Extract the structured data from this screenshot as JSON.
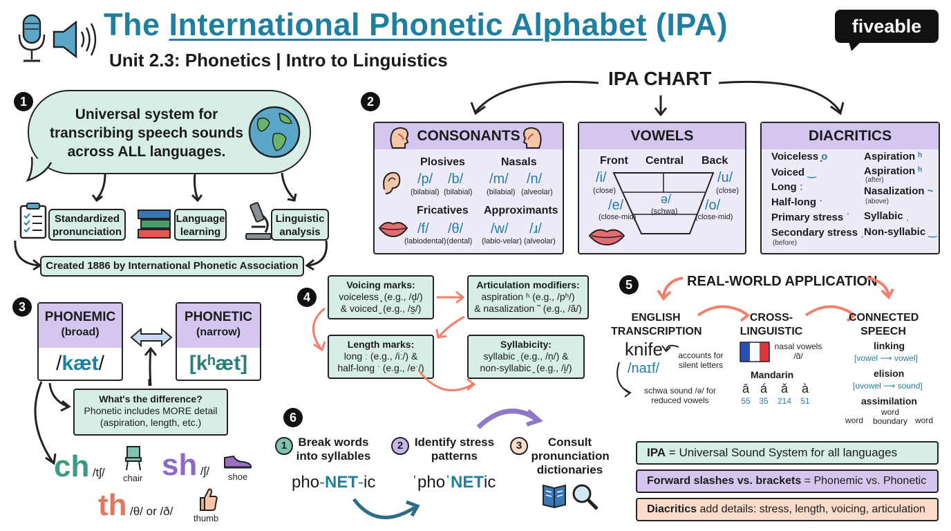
{
  "header": {
    "title_pre": "The ",
    "title_ul": "International Phonetic Alphabet",
    "title_post": " (IPA)",
    "subtitle": "Unit 2.3: Phonetics | Intro to Linguistics",
    "logo": "fiveable"
  },
  "section1": {
    "number": "1",
    "bubble_text": "Universal system for transcribing speech sounds across ALL languages.",
    "uses": [
      "Standardized pronunciation",
      "Language learning",
      "Linguistic analysis"
    ],
    "origin": "Created 1886 by International Phonetic Association"
  },
  "section2": {
    "number": "2",
    "chart_title": "IPA CHART",
    "consonants": {
      "title": "CONSONANTS",
      "plosives": "Plosives",
      "nasals": "Nasals",
      "fricatives": "Fricatives",
      "approximants": "Approximants",
      "p": "/p/",
      "p_note": "(bilabial)",
      "b": "/b/",
      "b_note": "(bilabial)",
      "m": "/m/",
      "m_note": "(bilabial)",
      "n": "/n/",
      "n_note": "(alveolar)",
      "f": "/f/",
      "f_note": "(labiodental)",
      "th": "/θ/",
      "th_note": "(dental)",
      "w": "/w/",
      "w_note": "(labio-velar)",
      "r": "/ɹ/",
      "r_note": "(alveolar)"
    },
    "vowels": {
      "title": "VOWELS",
      "front": "Front",
      "central": "Central",
      "back": "Back",
      "i": "/i/",
      "i_note": "(close)",
      "u": "/u/",
      "u_note": "(close)",
      "e": "/e/",
      "e_note": "(close-mid)",
      "schwa": "ə/",
      "schwa_note": "(schwa)",
      "o": "/o/",
      "o_note": "(close-mid)"
    },
    "diacritics": {
      "title": "DIACRITICS",
      "left": [
        {
          "label": "Voiceless",
          "mark": "̥"
        },
        {
          "label": "Voiced",
          "mark": "̬"
        },
        {
          "label": "Long",
          "mark": "ː"
        },
        {
          "label": "Half-long",
          "mark": "ˑ"
        },
        {
          "label": "Primary stress",
          "mark": "ˈ"
        },
        {
          "label": "Secondary stress",
          "mark": "ˌ",
          "note": "(before)"
        }
      ],
      "right": [
        {
          "label": "Aspiration",
          "mark": "ʰ"
        },
        {
          "label": "Aspiration",
          "mark": "ʰ",
          "note": "(after)"
        },
        {
          "label": "Nasalization",
          "mark": "~",
          "note": "(above)"
        },
        {
          "label": "Syllabic",
          "mark": "̩"
        },
        {
          "label": "Non-syllabic",
          "mark": "̯"
        }
      ]
    }
  },
  "section3": {
    "number": "3",
    "phonemic_head": "PHONEMIC",
    "phonemic_sub": "(broad)",
    "phonemic_ex_pre": "/",
    "phonemic_ex": "kæt",
    "phonemic_ex_post": "/",
    "phonetic_head": "PHONETIC",
    "phonetic_sub": "(narrow)",
    "phonetic_ex": "[kʰæt]",
    "diff_title": "What's the difference?",
    "diff_text": "Phonetic includes MORE detail (aspiration, length, etc.)",
    "examples": [
      {
        "letters": "ch",
        "ipa": "/tʃ/",
        "word": "chair"
      },
      {
        "letters": "sh",
        "ipa": "/ʃ/",
        "word": "shoe"
      },
      {
        "letters": "th",
        "ipa": "/θ/ or /ð/",
        "word": "thumb"
      }
    ]
  },
  "section4": {
    "number": "4",
    "voicing_title": "Voicing marks:",
    "voicing_l1": "voiceless ̥ (e.g., /d̥/)",
    "voicing_l2": "& voiced ̬ (e.g., /s̬/)",
    "artic_title": "Articulation modifiers:",
    "artic_l1": "aspiration ʰ (e.g., /pʰ/)",
    "artic_l2": "& nasalization ˜ (e.g., /ã/)",
    "length_title": "Length marks:",
    "length_l1": "long ː (e.g., /iː/) &",
    "length_l2": "half-long ˑ (e.g., /eˑ/)",
    "syll_title": "Syllabicity:",
    "syll_l1": "syllabic ̩ (e.g., /n̩/) &",
    "syll_l2": "non-syllabic ̯ (e.g., /i̯/)"
  },
  "section5": {
    "number": "5",
    "title": "REAL-WORLD APPLICATION",
    "english_title": "ENGLISH TRANSCRIPTION",
    "english_word": "knife",
    "english_note1": "accounts for silent letters",
    "english_ipa": "/naɪf/",
    "english_note2": "schwa sound /ə/ for reduced vowels",
    "cross_title": "CROSS-LINGUISTIC",
    "french_note": "nasal vowels /ɑ̃/",
    "mandarin_title": "Mandarin",
    "tones": [
      {
        "mark": "ā",
        "num": "55"
      },
      {
        "mark": "á",
        "num": "35"
      },
      {
        "mark": "ǎ",
        "num": "214"
      },
      {
        "mark": "à",
        "num": "51"
      }
    ],
    "connected_title": "CONNECTED SPEECH",
    "linking": "linking",
    "linking_rule": "[vowel ⟶ vowel]",
    "elision": "elision",
    "elision_rule": "[ʊvowel ⟶ sound]",
    "assimilation": "assimilation",
    "assim_word1": "word",
    "assim_mid": "word boundary",
    "assim_word2": "word"
  },
  "section6": {
    "number": "6",
    "steps": [
      {
        "n": "1",
        "text": "Break words into syllables"
      },
      {
        "n": "2",
        "text": "Identify stress patterns"
      },
      {
        "n": "3",
        "text": "Consult pronunciation dictionaries"
      }
    ],
    "syll_a": "pho",
    "syll_b": "NET",
    "syll_c": "ic",
    "stress_a": "ˈpho",
    "stress_b": "ˈNET",
    "stress_c": "ic"
  },
  "summary": [
    {
      "bold": "IPA",
      "rest": " = Universal Sound System for all languages",
      "color": "#d7ede8"
    },
    {
      "bold": "Forward slashes vs. brackets",
      "rest": " = Phonemic vs. Phonetic",
      "color": "#d5c6ef"
    },
    {
      "bold": "Diacritics",
      "rest": " add details: stress, length, voicing, articulation",
      "color": "#fbdccb"
    }
  ],
  "colors": {
    "title_blue": "#1f7fa0",
    "mint": "#d7ede8",
    "lavender": "#d5c6ef",
    "peach": "#fbdccb",
    "coral_arrow": "#f0806a"
  },
  "icons": [
    "microphone-icon",
    "speaker-icon",
    "globe-icon",
    "clipboard-icon",
    "books-icon",
    "microscope-icon",
    "head-profile-icon",
    "ear-icon",
    "lips-icon",
    "chair-icon",
    "shoe-icon",
    "thumb-icon",
    "france-flag-icon",
    "dictionary-icon",
    "magnifier-icon"
  ]
}
